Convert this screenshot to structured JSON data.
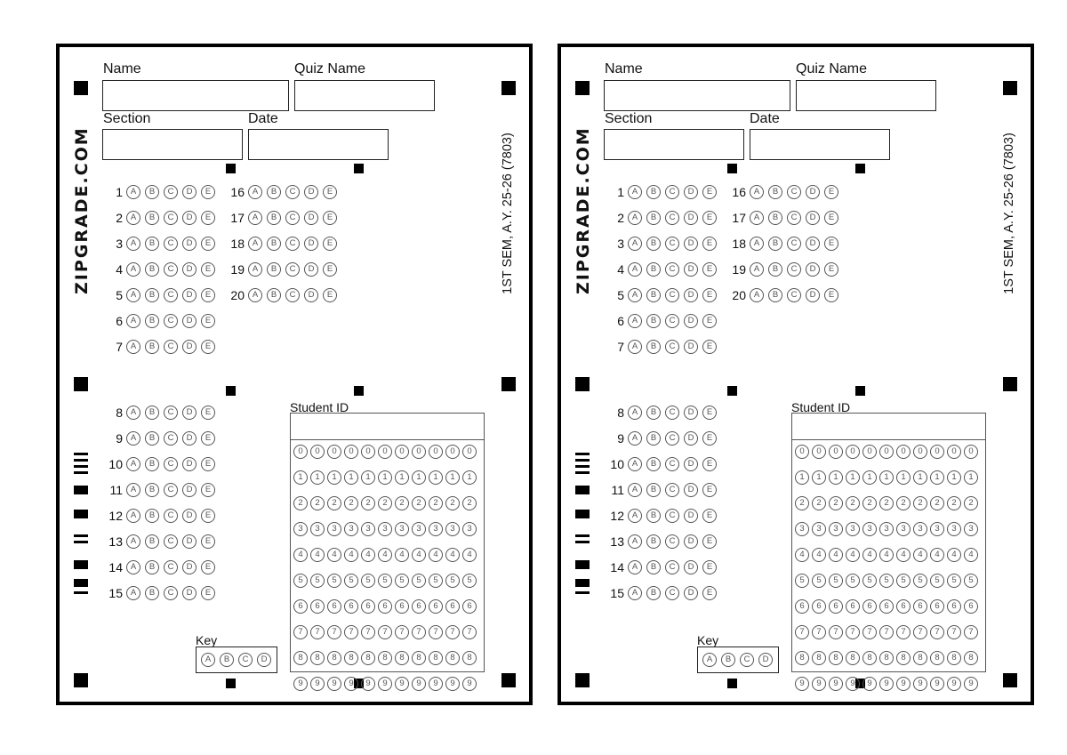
{
  "sheets": [
    {
      "brand": "ZIPGRADE.COM",
      "fields": {
        "name_label": "Name",
        "quiz_label": "Quiz Name",
        "section_label": "Section",
        "date_label": "Date"
      },
      "side_text": "1ST SEM, A.Y. 25-26 (7803)",
      "student_id_label": "Student ID",
      "key_label": "Key",
      "choices": [
        "A",
        "B",
        "C",
        "D",
        "E"
      ],
      "key_choices": [
        "A",
        "B",
        "C",
        "D"
      ],
      "digits": [
        "0",
        "1",
        "2",
        "3",
        "4",
        "5",
        "6",
        "7",
        "8",
        "9"
      ],
      "questions_col1": [
        "1",
        "2",
        "3",
        "4",
        "5",
        "6",
        "7"
      ],
      "questions_col2": [
        "16",
        "17",
        "18",
        "19",
        "20"
      ],
      "questions_lower": [
        "8",
        "9",
        "10",
        "11",
        "12",
        "13",
        "14",
        "15"
      ]
    },
    {
      "brand": "ZIPGRADE.COM",
      "fields": {
        "name_label": "Name",
        "quiz_label": "Quiz Name",
        "section_label": "Section",
        "date_label": "Date"
      },
      "side_text": "1ST SEM, A.Y. 25-26 (7803)",
      "student_id_label": "Student ID",
      "key_label": "Key",
      "choices": [
        "A",
        "B",
        "C",
        "D",
        "E"
      ],
      "key_choices": [
        "A",
        "B",
        "C",
        "D"
      ],
      "digits": [
        "0",
        "1",
        "2",
        "3",
        "4",
        "5",
        "6",
        "7",
        "8",
        "9"
      ],
      "questions_col1": [
        "1",
        "2",
        "3",
        "4",
        "5",
        "6",
        "7"
      ],
      "questions_col2": [
        "16",
        "17",
        "18",
        "19",
        "20"
      ],
      "questions_lower": [
        "8",
        "9",
        "10",
        "11",
        "12",
        "13",
        "14",
        "15"
      ]
    }
  ]
}
